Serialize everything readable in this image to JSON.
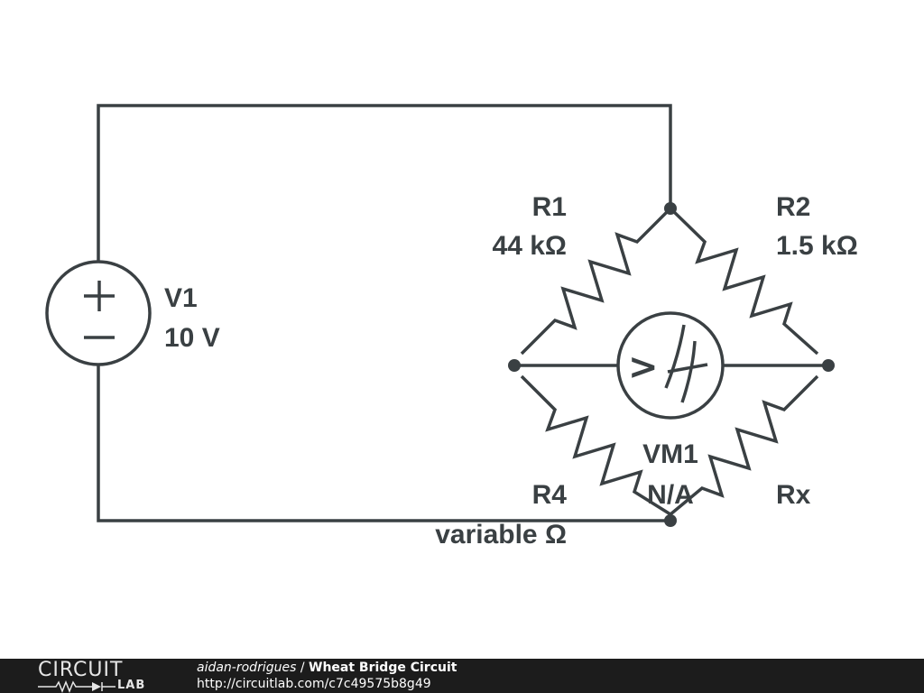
{
  "schematic": {
    "components": {
      "V1": {
        "name": "V1",
        "value": "10 V"
      },
      "R1": {
        "name": "R1",
        "value": "44 kΩ"
      },
      "R2": {
        "name": "R2",
        "value": "1.5 kΩ"
      },
      "R4": {
        "name": "R4",
        "value": "variable Ω"
      },
      "Rx": {
        "name": "Rx"
      },
      "VM1": {
        "name": "VM1",
        "value": "N/A"
      }
    },
    "source_symbols": {
      "plus": "+",
      "minus": "−"
    },
    "meter_symbol": ">"
  },
  "footer": {
    "logo_text": "CIRCUIT",
    "logo_sub": "LAB",
    "author": "aidan-rodrigues",
    "separator": " / ",
    "title": "Wheat Bridge Circuit",
    "url": "http://circuitlab.com/c7c49575b8g49"
  },
  "colors": {
    "stroke": "#3a4043",
    "footer_bg": "#1c1c1c",
    "footer_text": "#ffffff"
  }
}
